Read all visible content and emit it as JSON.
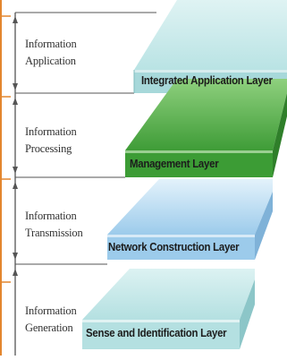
{
  "stages": [
    {
      "label_line1": "Information",
      "label_line2": "Application",
      "layer": "Integrated Application Layer",
      "color": "#b5e2e4"
    },
    {
      "label_line1": "Information",
      "label_line2": "Processing",
      "layer": "Management Layer",
      "color": "#44a83e"
    },
    {
      "label_line1": "Information",
      "label_line2": "Transmission",
      "layer": "Network Construction Layer",
      "color": "#a9d4ef"
    },
    {
      "label_line1": "Information",
      "label_line2": "Generation",
      "layer": "Sense and Identification Layer",
      "color": "#b7e2e2"
    }
  ],
  "colors": {
    "frame_orange": "#e3862e",
    "axis_line": "#555555"
  }
}
